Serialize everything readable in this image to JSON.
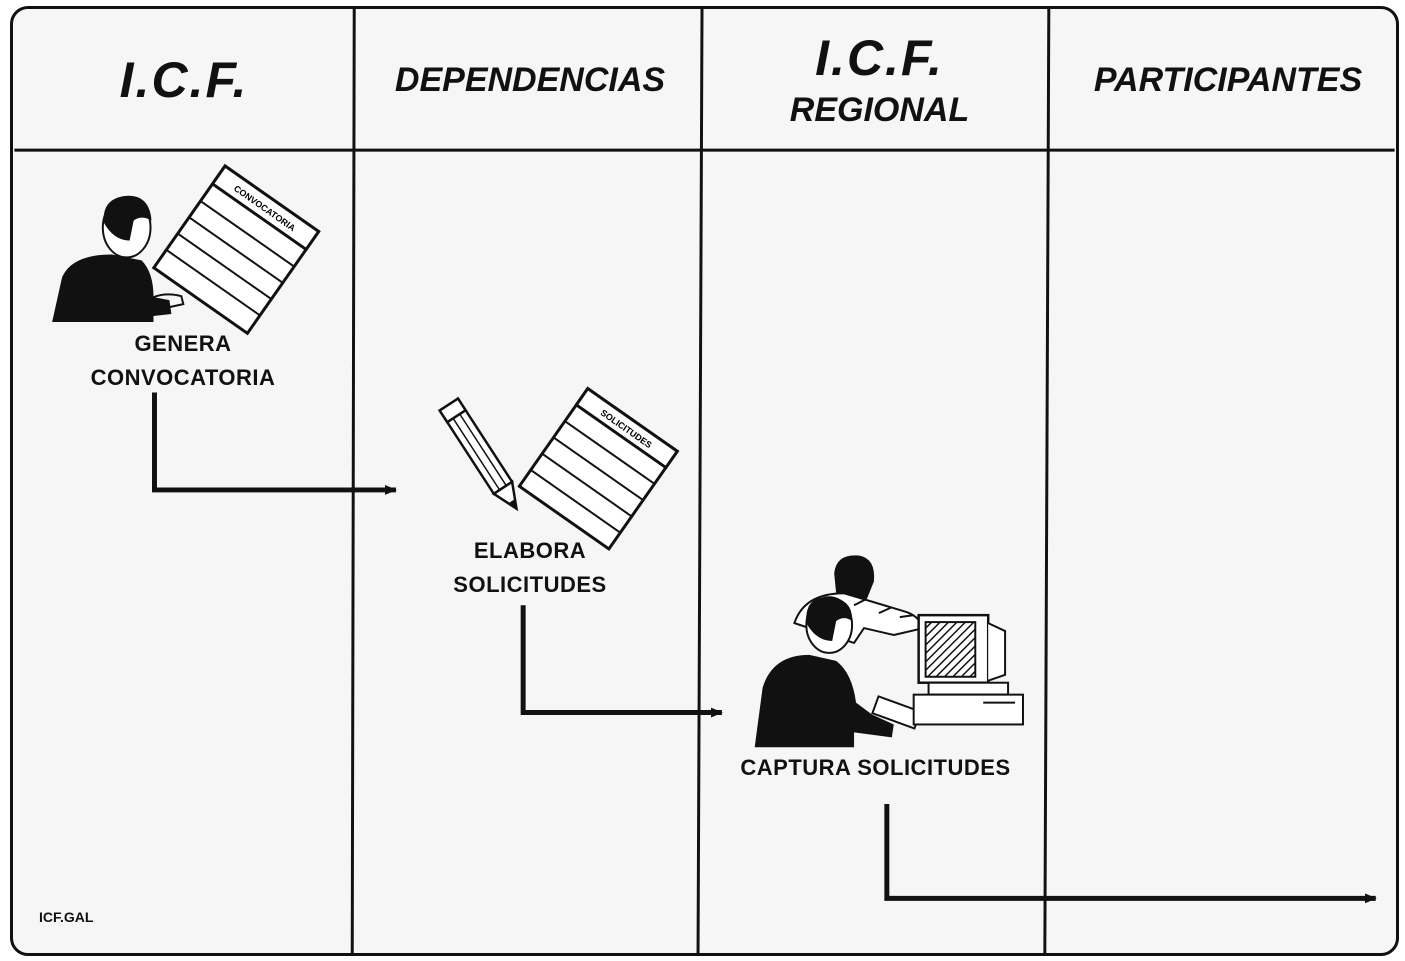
{
  "lanes": [
    {
      "title": "I.C.F.",
      "subtitle": ""
    },
    {
      "title": "DEPENDENCIAS",
      "subtitle": ""
    },
    {
      "title": "I.C.F.",
      "subtitle": "REGIONAL"
    },
    {
      "title": "PARTICIPANTES",
      "subtitle": ""
    }
  ],
  "steps": [
    {
      "line1": "GENERA",
      "line2": "CONVOCATORIA",
      "document_label": "CONVOCATORIA"
    },
    {
      "line1": "ELABORA",
      "line2": "SOLICITUDES",
      "document_label": "SOLICITUDES"
    },
    {
      "line1": "CAPTURA SOLICITUDES"
    }
  ],
  "footer_code": "ICF.GAL",
  "colors": {
    "ink": "#111111",
    "paper": "#f6f6f6"
  },
  "icons": [
    "person-at-desk-icon",
    "document-icon",
    "pencil-icon",
    "two-people-computer-icon",
    "arrow-icon"
  ]
}
